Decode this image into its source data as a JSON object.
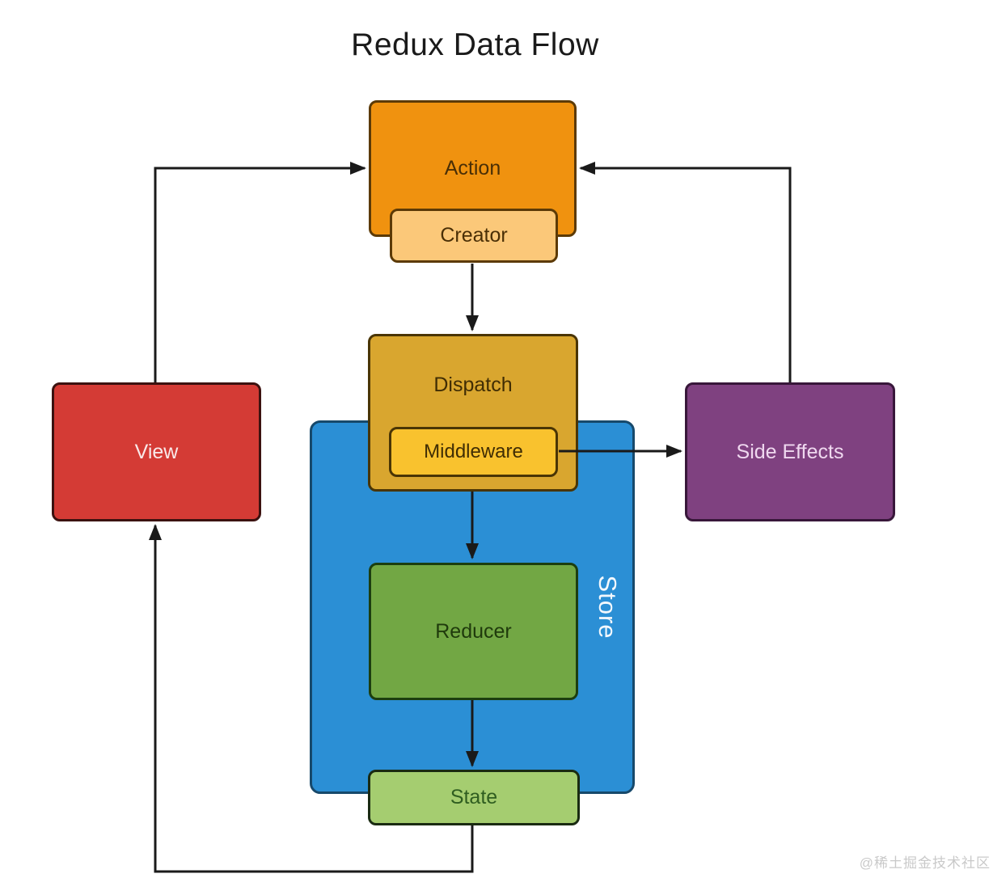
{
  "title": "Redux Data Flow",
  "watermark": "@稀土掘金技术社区",
  "colors": {
    "background": "#ffffff",
    "arrow": "#1a1a1a",
    "title_text": "#1a1a1a",
    "watermark_text": "#c9c9c9"
  },
  "nodes": {
    "action": {
      "label": "Action",
      "fill": "#F0920F",
      "border": "#5C3A06",
      "text": "#4A2F06"
    },
    "creator": {
      "label": "Creator",
      "fill": "#FBC879",
      "border": "#5C3A06",
      "text": "#4A2F06"
    },
    "dispatch": {
      "label": "Dispatch",
      "fill": "#D9A62F",
      "border": "#4A3505",
      "text": "#402D04"
    },
    "middleware": {
      "label": "Middleware",
      "fill": "#F9C22E",
      "border": "#4A3505",
      "text": "#402D04"
    },
    "store": {
      "label": "Store",
      "fill": "#2B8FD5",
      "border": "#17496B",
      "text": "#F3F8FD"
    },
    "reducer": {
      "label": "Reducer",
      "fill": "#72A744",
      "border": "#1C3E10",
      "text": "#1F3A0C"
    },
    "state": {
      "label": "State",
      "fill": "#A5CD70",
      "border": "#1A2B12",
      "text": "#2F5D20"
    },
    "view": {
      "label": "View",
      "fill": "#D43B35",
      "border": "#3C1210",
      "text": "#F9E9E9"
    },
    "side_effects": {
      "label": "Side Effects",
      "fill": "#7F4180",
      "border": "#38173A",
      "text": "#EFD8EF"
    }
  },
  "edges": [
    {
      "from": "View",
      "to": "Action"
    },
    {
      "from": "Side Effects",
      "to": "Action"
    },
    {
      "from": "Action Creator",
      "to": "Dispatch"
    },
    {
      "from": "Middleware",
      "to": "Side Effects"
    },
    {
      "from": "Dispatch Middleware",
      "to": "Reducer"
    },
    {
      "from": "Reducer",
      "to": "State"
    },
    {
      "from": "State",
      "to": "View"
    }
  ]
}
